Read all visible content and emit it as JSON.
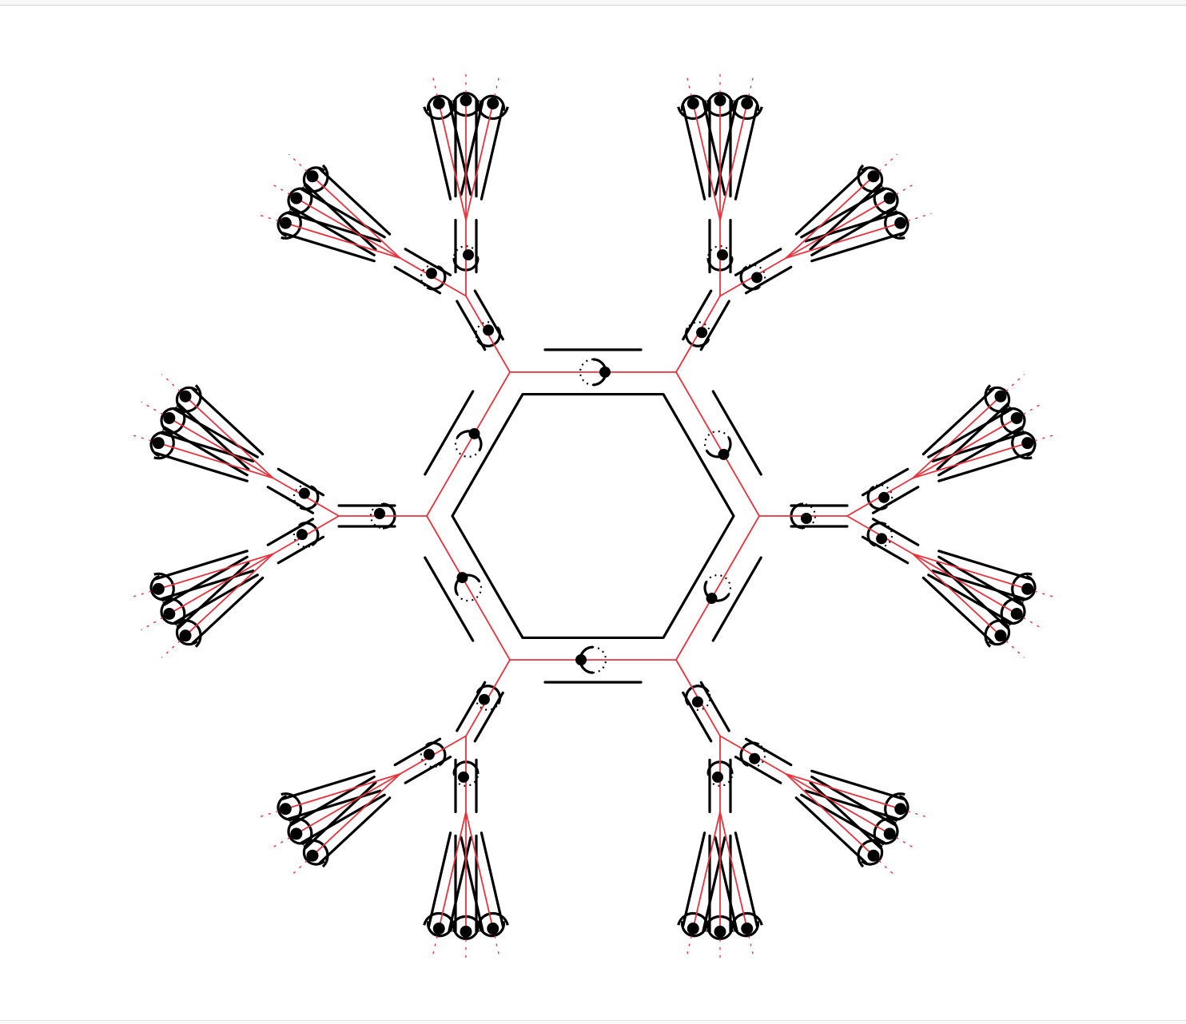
{
  "figure": {
    "kind": "surface-with-dual-graph",
    "central_polygon_sides": 6,
    "radial_arms": 6,
    "sub_branches_per_arm": 2,
    "tips_per_sub_branch": 3,
    "colors": {
      "surface_outline": "#000000",
      "dual_graph": "#e8323c",
      "vertex_dot": "#000000",
      "background": "#ffffff"
    }
  }
}
